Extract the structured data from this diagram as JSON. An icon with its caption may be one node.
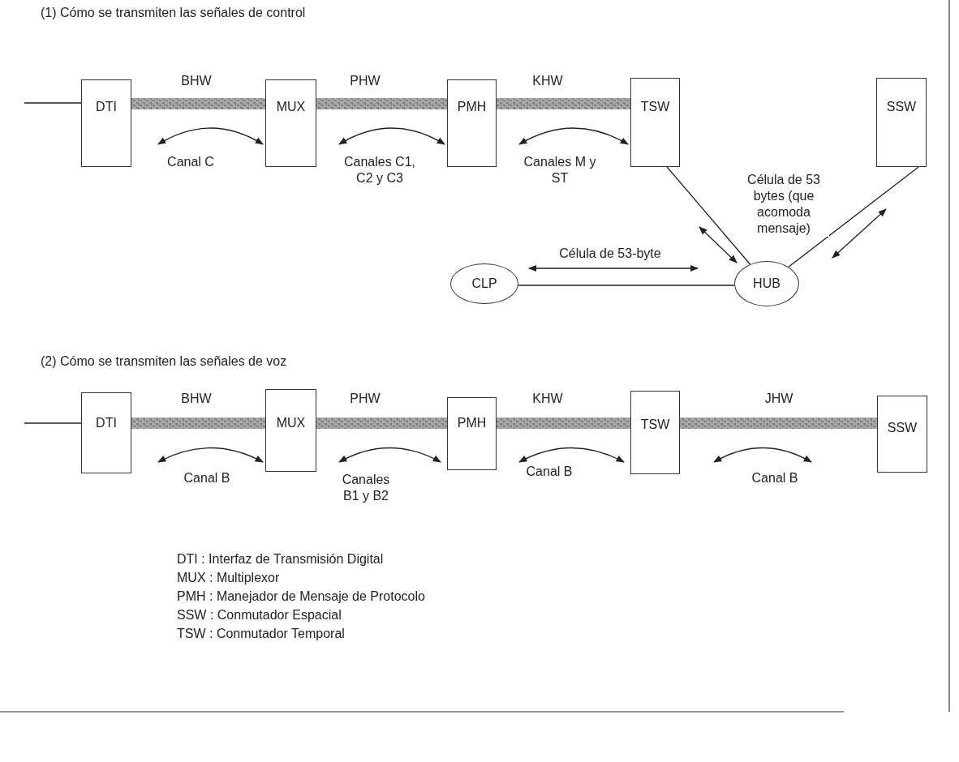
{
  "diagram": {
    "nodes": [
      {
        "text": [
          "DTI"
        ]
      },
      {
        "text": [
          "MUX"
        ]
      },
      {
        "text": [
          "PMH"
        ]
      },
      {
        "text": [
          "TSW"
        ]
      },
      {
        "text": [
          "SSW"
        ]
      },
      {
        "text": [
          "HUB"
        ]
      },
      {
        "text": [
          "CLP"
        ]
      },
      {
        "text": [
          "DTI"
        ]
      },
      {
        "text": [
          "MUX"
        ]
      },
      {
        "text": [
          "PMH"
        ]
      },
      {
        "text": [
          "TSW"
        ]
      },
      {
        "text": [
          "SSW"
        ]
      }
    ],
    "edges": [
      {
        "from": null,
        "to": 0,
        "arrow": "none"
      },
      {
        "from": 0,
        "to": 1,
        "arrow": "none",
        "label": "BHW",
        "style": "thick"
      },
      {
        "from": 0,
        "to": 1,
        "arrow": "both",
        "label": "Canal C"
      },
      {
        "from": 1,
        "to": 2,
        "arrow": "none",
        "label": "PHW",
        "style": "thick"
      },
      {
        "from": 1,
        "to": 2,
        "arrow": "both",
        "label": "Canales C1, C2 y C3"
      },
      {
        "from": 2,
        "to": 3,
        "arrow": "none",
        "label": "KHW",
        "style": "thick"
      },
      {
        "from": 2,
        "to": 3,
        "arrow": "both",
        "label": "Canales M y ST"
      },
      {
        "from": 3,
        "to": 5,
        "arrow": "none"
      },
      {
        "from": 4,
        "to": 5,
        "arrow": "none"
      },
      {
        "from": 6,
        "to": 5,
        "arrow": "none"
      },
      {
        "from": 6,
        "to": 5,
        "arrow": "both",
        "label": "Célula de 53-byte"
      },
      {
        "from": null,
        "to": 7,
        "arrow": "none"
      },
      {
        "from": 7,
        "to": 8,
        "arrow": "none",
        "label": "BHW",
        "style": "thick"
      },
      {
        "from": 7,
        "to": 8,
        "arrow": "both",
        "label": "Canal B"
      },
      {
        "from": 8,
        "to": 9,
        "arrow": "none",
        "label": "PHW",
        "style": "thick"
      },
      {
        "from": 8,
        "to": 9,
        "arrow": "both",
        "label": "Canales B1 y B2"
      },
      {
        "from": 9,
        "to": 10,
        "arrow": "none",
        "label": "KHW",
        "style": "thick"
      },
      {
        "from": 9,
        "to": 10,
        "arrow": "both",
        "label": "Canal B"
      },
      {
        "from": 10,
        "to": 11,
        "arrow": "none",
        "label": "JHW",
        "style": "thick"
      },
      {
        "from": 10,
        "to": 11,
        "arrow": "both",
        "label": "Canal B"
      }
    ],
    "labels": [
      "(1) Cómo se transmiten las señales de control",
      "Célula de 53 bytes (que acomoda mensaje)",
      "(2) Cómo se transmiten las señales de voz",
      "DTI : Interfaz de Transmisión Digital",
      "MUX : Multiplexor",
      "PMH : Manejador de Mensaje de Protocolo",
      "SSW : Conmutador Espacial",
      "TSW : Conmutador Temporal"
    ]
  }
}
